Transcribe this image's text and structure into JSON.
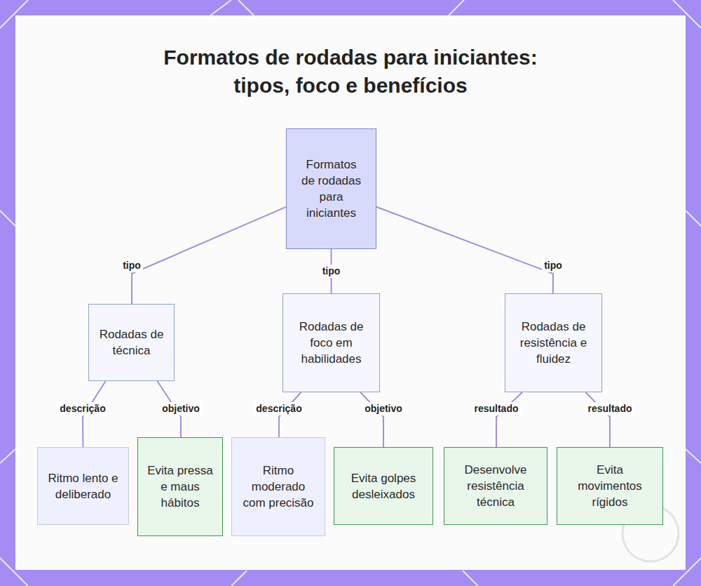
{
  "diagram": {
    "title": "Formatos de rodadas para iniciantes: tipos, foco e benefícios",
    "nodes": [
      {
        "text": [
          "Formatos de rodadas para iniciantes"
        ]
      },
      {
        "text": [
          "Rodadas de técnica"
        ]
      },
      {
        "text": [
          "Rodadas de foco em habilidades"
        ]
      },
      {
        "text": [
          "Rodadas de resistência e fluidez"
        ]
      },
      {
        "text": [
          "Ritmo lento e deliberado"
        ]
      },
      {
        "text": [
          "Evita pressa e maus hábitos"
        ]
      },
      {
        "text": [
          "Ritmo moderado com precisão"
        ]
      },
      {
        "text": [
          "Evita golpes desleixados"
        ]
      },
      {
        "text": [
          "Desenvolve resistência técnica"
        ]
      },
      {
        "text": [
          "Evita movimentos rígidos"
        ]
      }
    ],
    "edges": [
      {
        "from": 0,
        "to": 1,
        "label": "tipo",
        "arrow": "none"
      },
      {
        "from": 0,
        "to": 2,
        "label": "tipo",
        "arrow": "none"
      },
      {
        "from": 0,
        "to": 3,
        "label": "tipo",
        "arrow": "none"
      },
      {
        "from": 1,
        "to": 4,
        "label": "descrição",
        "arrow": "none"
      },
      {
        "from": 1,
        "to": 5,
        "label": "objetivo",
        "arrow": "none"
      },
      {
        "from": 2,
        "to": 6,
        "label": "descrição",
        "arrow": "none"
      },
      {
        "from": 2,
        "to": 7,
        "label": "objetivo",
        "arrow": "none"
      },
      {
        "from": 3,
        "to": 8,
        "label": "resultado",
        "arrow": "none"
      },
      {
        "from": 3,
        "to": 9,
        "label": "resultado",
        "arrow": "none"
      }
    ]
  }
}
